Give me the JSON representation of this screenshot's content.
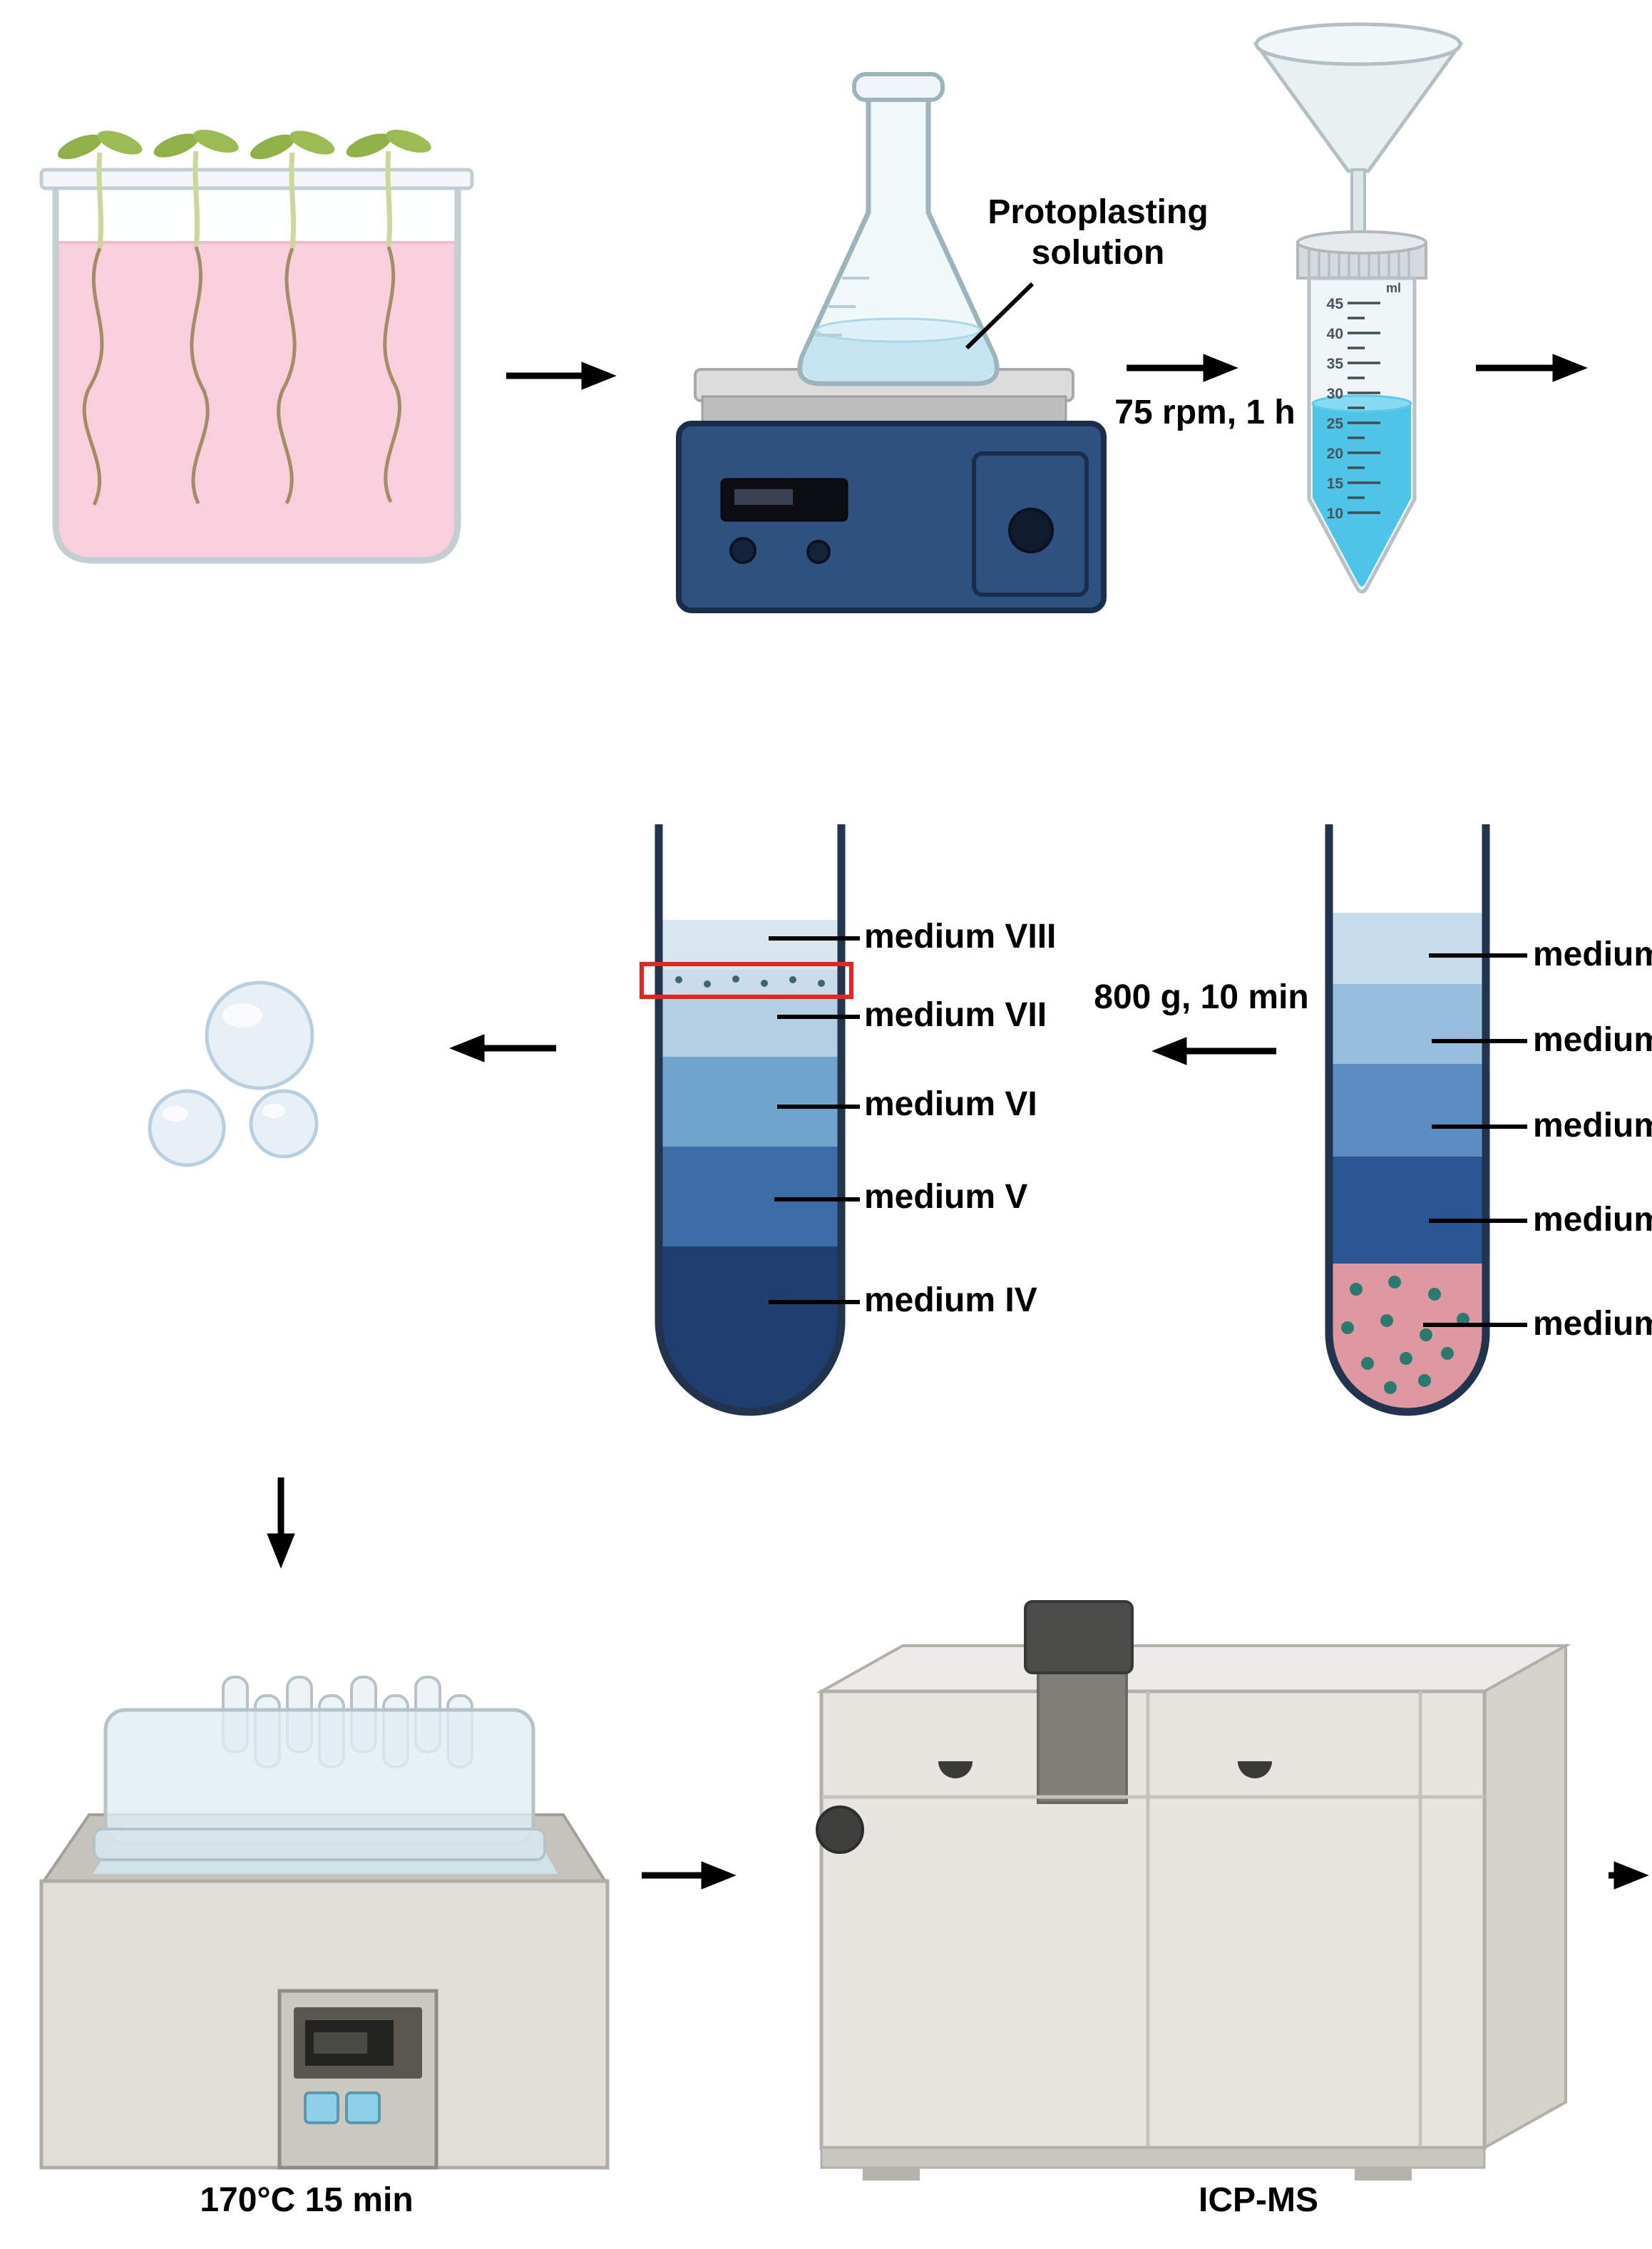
{
  "labels": {
    "protoplasting_line1": "Protoplasting",
    "protoplasting_line2": "solution",
    "shake": "75 rpm, 1 h",
    "centrifuge": "800 g, 10 min",
    "water_bath": "170°C 15 min",
    "icpms": "ICP-MS"
  },
  "gradient_tube": {
    "layers": [
      {
        "label": "medium VIII",
        "color": "#d8e6f0"
      },
      {
        "label": "medium VII",
        "color": "#b4cfe4"
      },
      {
        "label": "medium VI",
        "color": "#6fa4cf"
      },
      {
        "label": "medium V",
        "color": "#3c6da7"
      },
      {
        "label": "medium IV",
        "color": "#1e3f6f"
      }
    ],
    "band_color": "#c9dcea",
    "highlight_box_color": "#e8231c"
  },
  "sample_tube": {
    "layers": [
      {
        "label": "medium",
        "color": "#c6dbec"
      },
      {
        "label": "medium",
        "color": "#97bedd"
      },
      {
        "label": "medium",
        "color": "#5d8cc0"
      },
      {
        "label": "medium",
        "color": "#2a5694"
      },
      {
        "label": "medium",
        "color": "#dd98a1"
      }
    ],
    "dot_color": "#2b7a70"
  },
  "tube50": {
    "unit": "ml",
    "scale": [
      "45",
      "40",
      "35",
      "30",
      "25",
      "20",
      "15",
      "10"
    ],
    "liquid_color": "#4ec5e8"
  },
  "beaker": {
    "liquid_color": "#f8cfdc"
  },
  "flask": {
    "liquid_color": "#c4e4f2"
  }
}
